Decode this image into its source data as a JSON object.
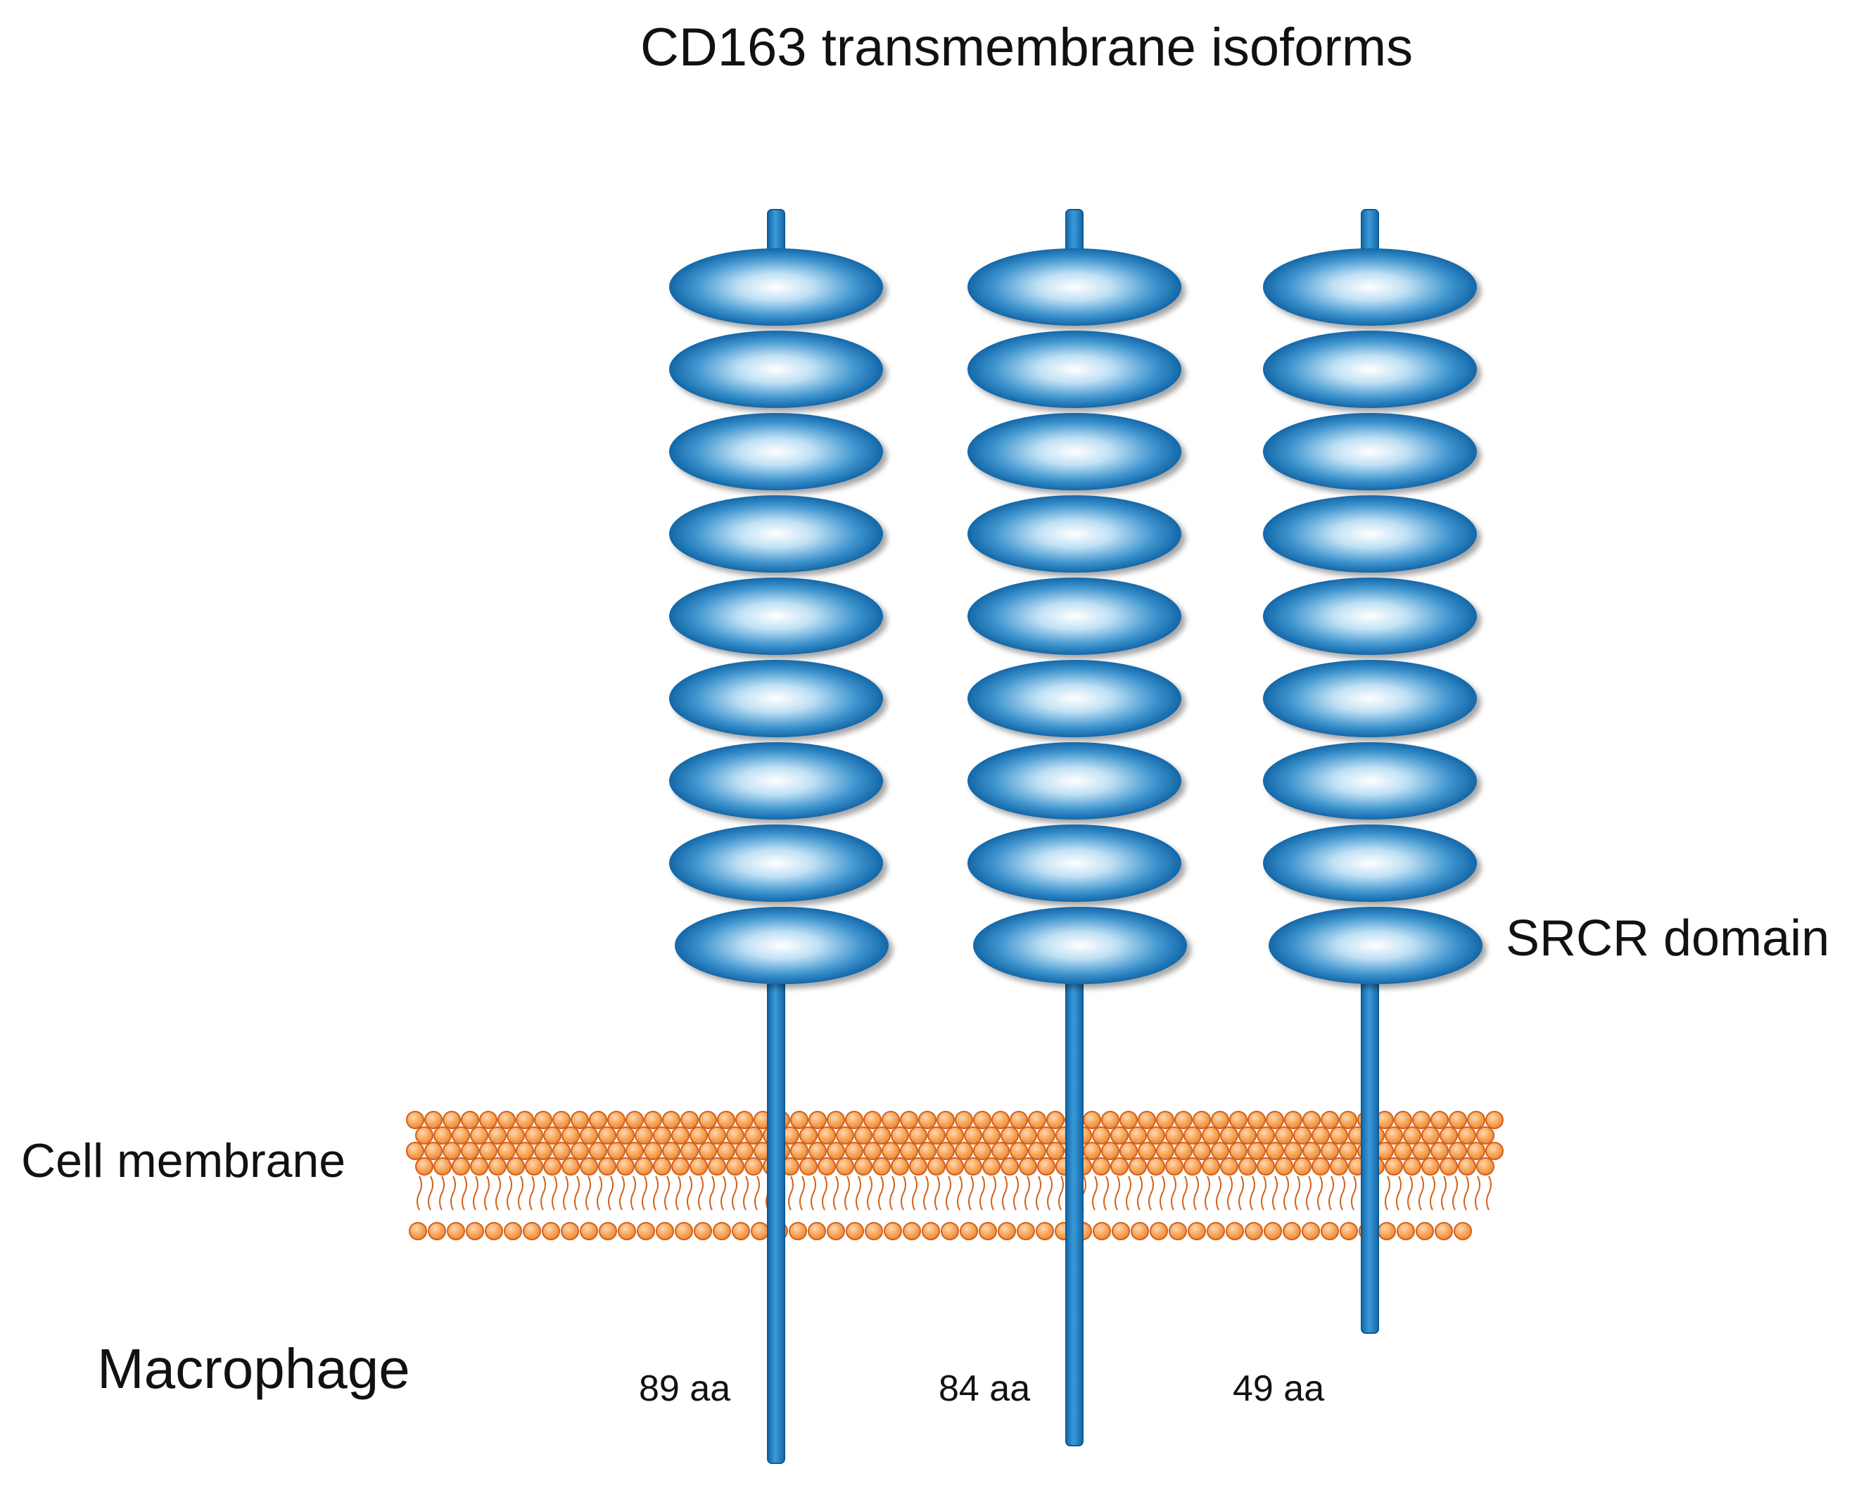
{
  "title": "CD163 transmembrane isoforms",
  "labels": {
    "domain": "SRCR domain",
    "membrane": "Cell membrane",
    "cell": "Macrophage"
  },
  "isoforms": [
    {
      "tail": "89 aa",
      "domains": 9
    },
    {
      "tail": "84 aa",
      "domains": 9
    },
    {
      "tail": "49 aa",
      "domains": 9
    }
  ],
  "colors": {
    "protein": "#1f7fc4",
    "protein_dark": "#1467a8",
    "protein_highlight": "#ffffff",
    "membrane_head": "#f7a65a",
    "membrane_edge": "#d2601c"
  }
}
